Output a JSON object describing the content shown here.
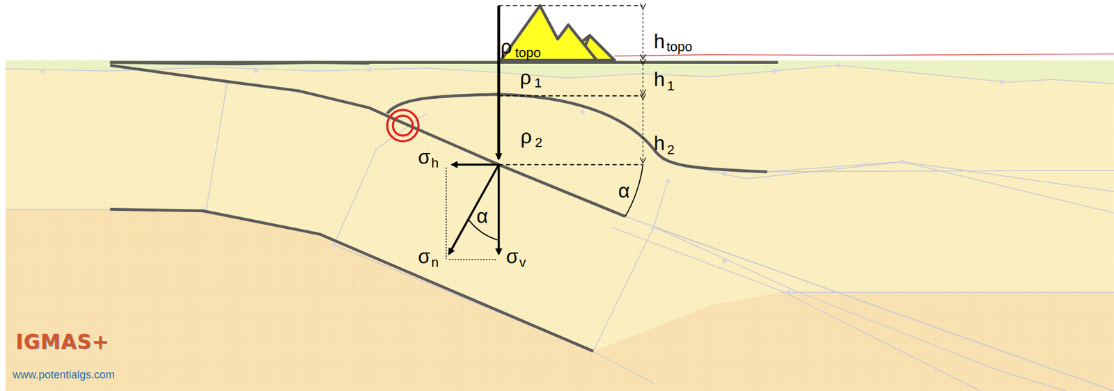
{
  "diagram": {
    "labels": [
      "ρ",
      "topo",
      "h",
      "topo",
      "ρ",
      "1",
      "h",
      "1",
      "ρ",
      "2",
      "h",
      "2",
      "σ",
      "h",
      "σ",
      "n",
      "σ",
      "v",
      "α",
      "α",
      "IGMAS+",
      "www.potentialgs.com"
    ]
  }
}
